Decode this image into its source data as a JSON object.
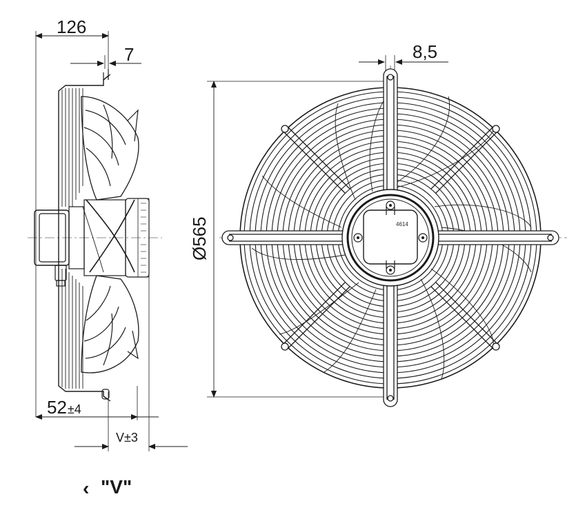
{
  "dimensions": {
    "width_126": "126",
    "offset_7": "7",
    "mount_8_5": "8,5",
    "diameter_565": "Ø565",
    "hub_52": "52",
    "hub_52_tol": "±4",
    "v_dim": "V±3"
  },
  "view_label": {
    "marker": "‹",
    "text": "\"V\""
  },
  "motor_stamp": "4614",
  "colors": {
    "line": "#1a1a1a",
    "background": "#ffffff"
  }
}
